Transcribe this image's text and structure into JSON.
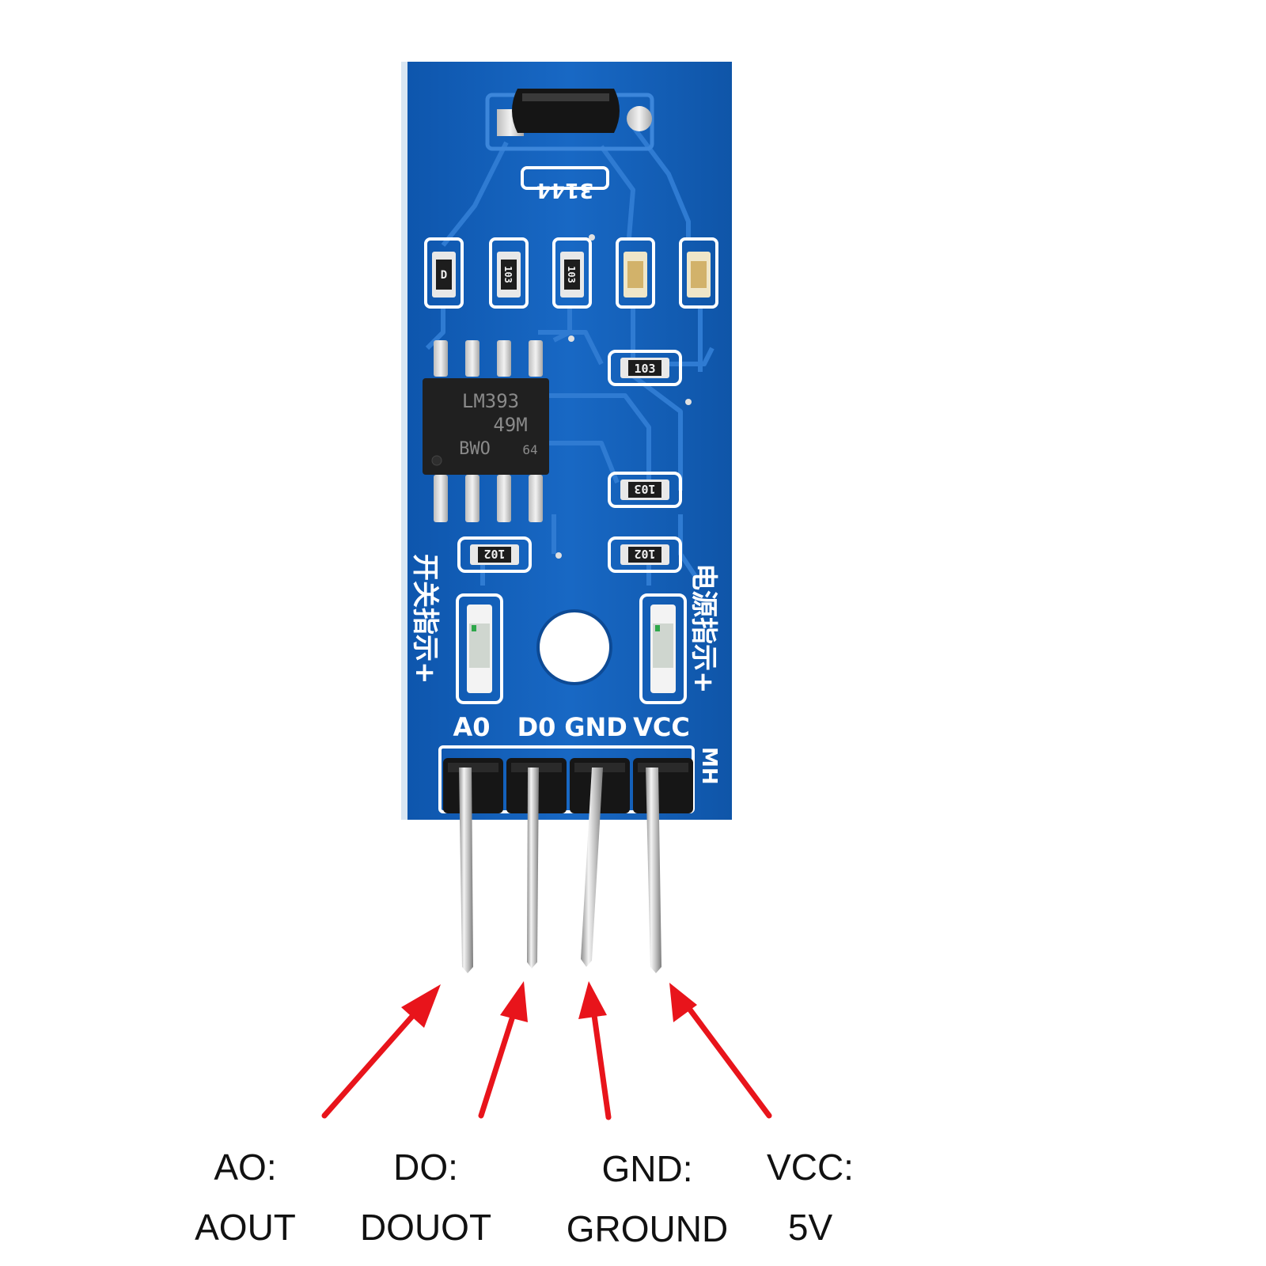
{
  "board": {
    "chip_marking": [
      "LM393",
      "49M",
      "BWO"
    ],
    "chip_date_code": "64",
    "sensor_marking": "3144",
    "resistor_codes": [
      "103",
      "103",
      "102",
      "102"
    ],
    "small_resistor_codes": [
      "D",
      "103",
      "103"
    ],
    "header_labels": [
      "A0",
      "D0",
      "GND",
      "VCC"
    ],
    "left_indicator_text": "开关指示+",
    "right_indicator_text": "电源指示+",
    "corner_mark": "MH"
  },
  "colors": {
    "pcb": "#1660b8",
    "pcb_dark": "#0f4e9c",
    "arrow": "#e8141b",
    "header_plastic": "#1a1a1a"
  },
  "pin_labels": [
    {
      "name": "AO:",
      "desc": "AOUT"
    },
    {
      "name": "DO:",
      "desc": "DOUOT"
    },
    {
      "name": "GND:",
      "desc": "GROUND"
    },
    {
      "name": "VCC:",
      "desc": "5V"
    }
  ]
}
